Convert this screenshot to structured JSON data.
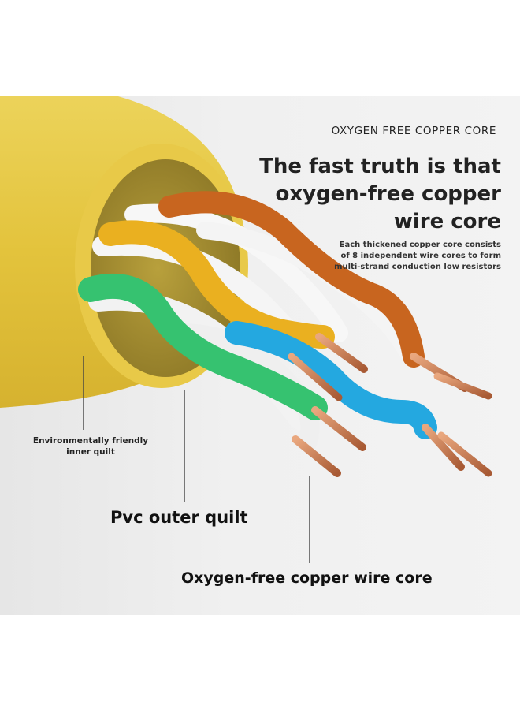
{
  "heading": {
    "eyebrow": "OXYGEN FREE COPPER CORE",
    "title_line1": "The fast truth is that",
    "title_line2": "oxygen-free copper",
    "title_line3": "wire core"
  },
  "description": {
    "line1": "Each thickened copper core consists",
    "line2": "of 8 independent wire cores to form",
    "line3": "multi-strand conduction low resistors"
  },
  "labels": {
    "inner_quilt_line1": "Environmentally friendly",
    "inner_quilt_line2": "inner quilt",
    "pvc_outer": "Pvc outer quilt",
    "copper_core": "Oxygen-free copper wire core"
  },
  "colors": {
    "jacket_yellow": "#e6c640",
    "orange_pair": "#c8651f",
    "amber_pair": "#eab020",
    "green_pair": "#36c270",
    "blue_pair": "#24a8e0",
    "copper": "#c77a50",
    "white_strand": "#f6f6f6"
  }
}
